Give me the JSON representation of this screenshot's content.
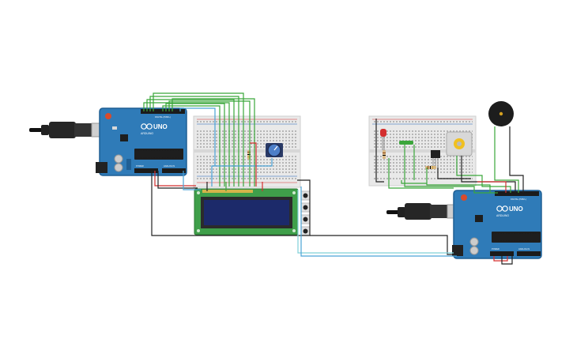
{
  "arduino_left": {
    "brand": "ARDUINO",
    "model": "UNO",
    "header_digital": "DIGITAL (PWM~)",
    "header_power": "POWER",
    "header_analog": "ANALOG IN"
  },
  "arduino_right": {
    "brand": "ARDUINO",
    "model": "UNO",
    "header_digital": "DIGITAL (PWM~)",
    "header_power": "POWER",
    "header_analog": "ANALOG IN"
  },
  "colors": {
    "board": "#2f7bb8",
    "board_dark": "#1f5f94",
    "breadboard": "#e9e9e9",
    "lcd_pcb": "#3f9f4a",
    "lcd_screen": "#1c2a6a",
    "wire_green": "#3aa63a",
    "wire_blue": "#4aa3d6",
    "wire_black": "#222222",
    "wire_red": "#d32f2f",
    "wire_teal": "#7fd0d8"
  },
  "components": {
    "left": [
      "arduino-uno",
      "usb-cable",
      "breadboard",
      "potentiometer",
      "resistor",
      "lcd-16x2",
      "push-buttons"
    ],
    "right": [
      "arduino-uno",
      "usb-cable",
      "breadboard",
      "red-led",
      "resistor",
      "ntc-sensor",
      "temperature-sensor",
      "dc-motor",
      "piezo-buzzer"
    ]
  }
}
